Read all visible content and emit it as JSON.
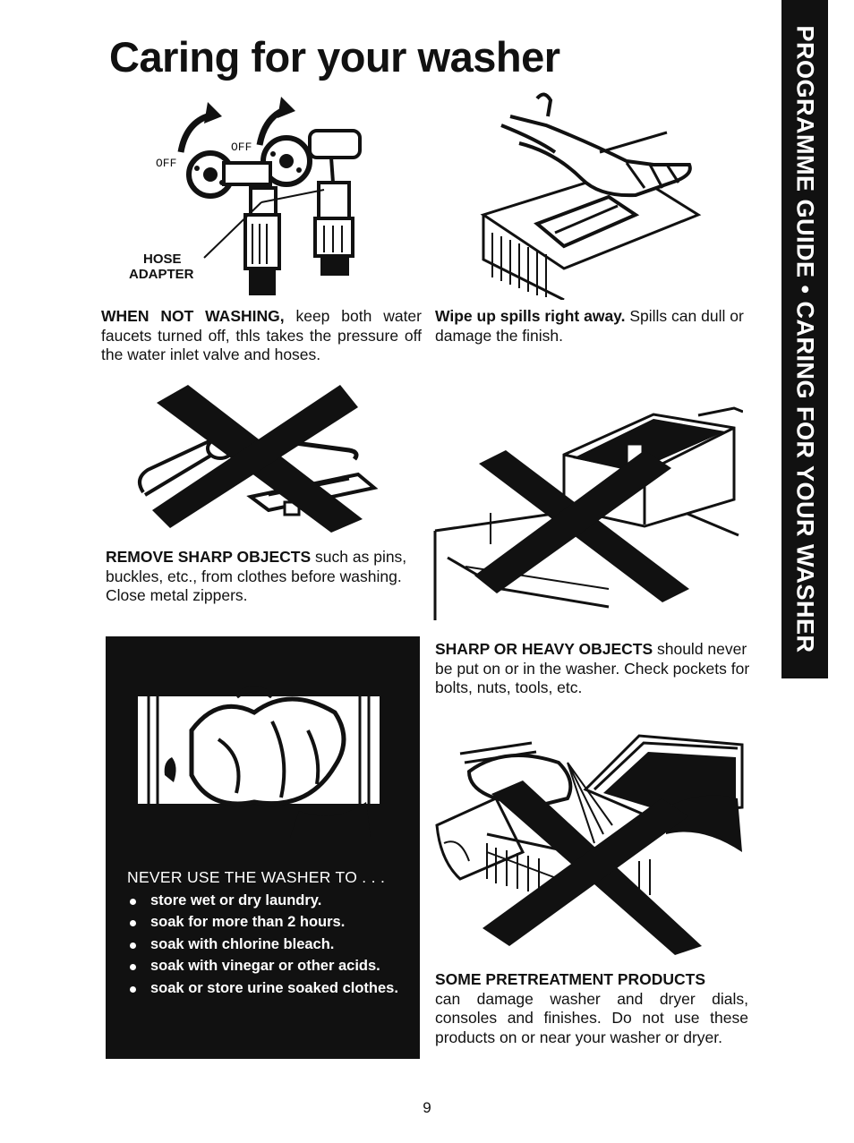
{
  "page": {
    "title": "Caring for your washer",
    "side_tab": "PROGRAMME GUIDE • CARING FOR YOUR WASHER",
    "page_number": "9"
  },
  "faucet_figure": {
    "label_off_left": "OFF",
    "label_off_right": "OFF",
    "label_hose_1": "HOSE",
    "label_hose_2": "ADAPTER"
  },
  "sections": {
    "when_not_washing": {
      "bold": "WHEN NOT WASHING,",
      "text": " keep both water faucets turned off, thls takes the pressure off the water inlet valve and hoses."
    },
    "wipe_spills": {
      "bold": "Wipe up spills right away.",
      "text": " Spills can dull or damage the finish."
    },
    "remove_sharp": {
      "bold": "REMOVE SHARP OBJECTS",
      "text": " such as pins, buckles, etc., from clothes before washing. Close metal zippers."
    },
    "sharp_heavy": {
      "bold": "SHARP OR HEAVY OBJECTS",
      "text": " should never be put on or in the washer. Check pockets for bolts, nuts, tools, etc."
    },
    "pretreatment": {
      "bold": "SOME PRETREATMENT PRODUCTS",
      "text": "can damage washer and dryer dials, consoles and finishes. Do not use these products on or near your washer or dryer."
    }
  },
  "never_box": {
    "heading": "NEVER USE THE WASHER TO . . .",
    "items": [
      "store wet or dry laundry.",
      "soak for more than 2 hours.",
      "soak with chlorine bleach.",
      "soak with vinegar or other acids.",
      "soak or store urine soaked clothes."
    ]
  },
  "colors": {
    "ink": "#111111",
    "paper": "#ffffff"
  }
}
